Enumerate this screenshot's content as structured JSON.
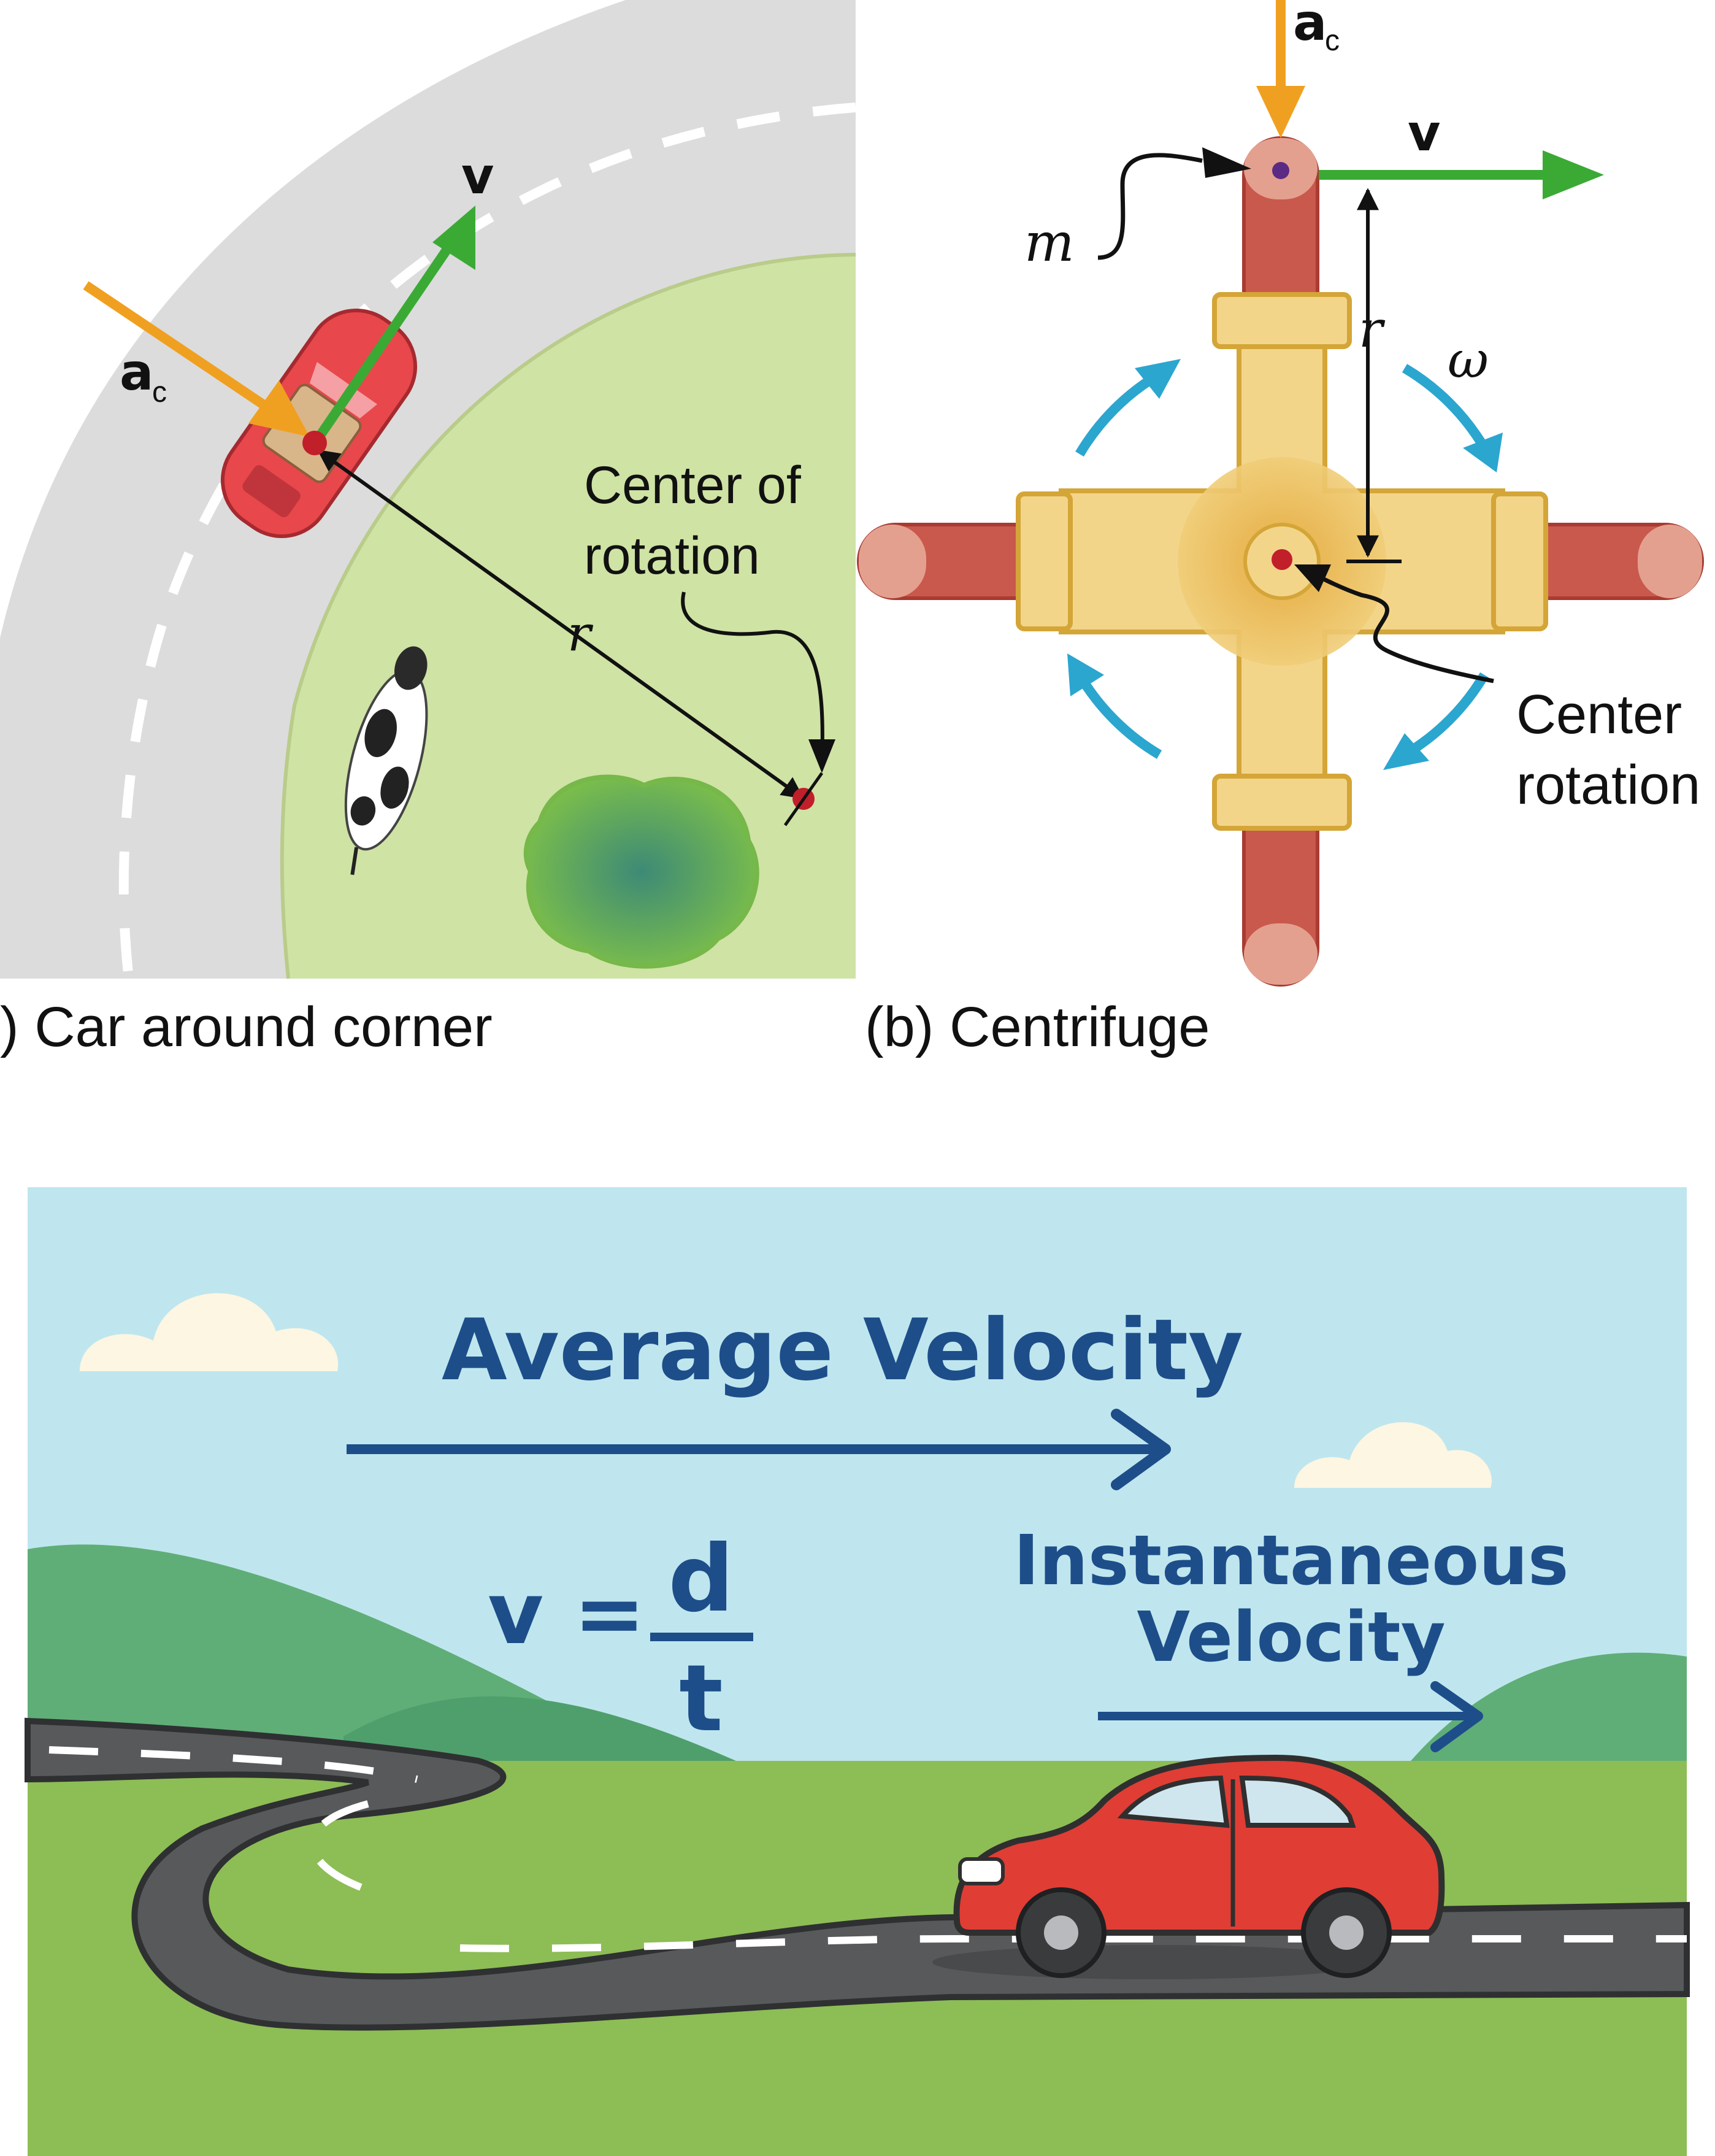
{
  "panel_a": {
    "caption": ") Car around corner",
    "label_velocity": "v",
    "label_accel_main": "a",
    "label_accel_sub": "c",
    "label_radius": "r",
    "label_center_line1": "Center of",
    "label_center_line2": "rotation"
  },
  "panel_b": {
    "caption": "(b) Centrifuge",
    "label_accel_main": "a",
    "label_accel_sub": "c",
    "label_velocity": "v",
    "label_mass": "m",
    "label_radius": "r",
    "label_omega": "ω",
    "label_center_line1": "Center",
    "label_center_line2": "rotation"
  },
  "panel_c": {
    "title_average": "Average Velocity",
    "title_instant_line1": "Instantaneous",
    "title_instant_line2": "Velocity",
    "formula_lhs": "v =",
    "formula_num": "d",
    "formula_den": "t"
  },
  "colors": {
    "arrow_orange": "#f0a020",
    "arrow_green": "#3aaa35",
    "arrow_blue": "#2ba6cf",
    "car_red": "#e03d35",
    "title_blue": "#1d4e8a",
    "grass": "#8dbd55",
    "sky": "#bfe6ee",
    "road": "#58595b"
  }
}
